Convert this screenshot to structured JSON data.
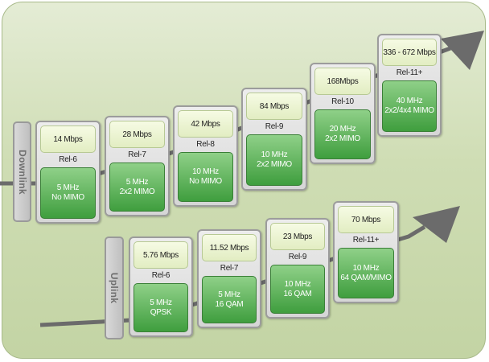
{
  "downlink": {
    "label": "Downlink",
    "blocks": [
      {
        "rate": "14 Mbps",
        "release": "Rel-6",
        "bw": "5 MHz",
        "mimo": "No MIMO"
      },
      {
        "rate": "28 Mbps",
        "release": "Rel-7",
        "bw": "5 MHz",
        "mimo": "2x2 MIMO"
      },
      {
        "rate": "42 Mbps",
        "release": "Rel-8",
        "bw": "10 MHz",
        "mimo": "No MIMO"
      },
      {
        "rate": "84 Mbps",
        "release": "Rel-9",
        "bw": "10 MHz",
        "mimo": "2x2 MIMO"
      },
      {
        "rate": "168Mbps",
        "release": "Rel-10",
        "bw": "20 MHz",
        "mimo": "2x2 MIMO"
      },
      {
        "rate": "336 - 672 Mbps",
        "release": "Rel-11+",
        "bw": "40 MHz",
        "mimo": "2x2/4x4 MIMO"
      }
    ]
  },
  "uplink": {
    "label": "Uplink",
    "blocks": [
      {
        "rate": "5.76 Mbps",
        "release": "Rel-6",
        "bw": "5 MHz",
        "mimo": "QPSK"
      },
      {
        "rate": "11.52 Mbps",
        "release": "Rel-7",
        "bw": "5 MHz",
        "mimo": "16 QAM"
      },
      {
        "rate": "23 Mbps",
        "release": "Rel-9",
        "bw": "10 MHz",
        "mimo": "16 QAM"
      },
      {
        "rate": "70 Mbps",
        "release": "Rel-11+",
        "bw": "10 MHz",
        "mimo": "64 QAM/MIMO"
      }
    ]
  },
  "colors": {
    "background": "#cfddb4",
    "arrow": "#6b6b6b",
    "header_cell": "#e2edc2",
    "spec_cell": "#3f9e3e"
  }
}
